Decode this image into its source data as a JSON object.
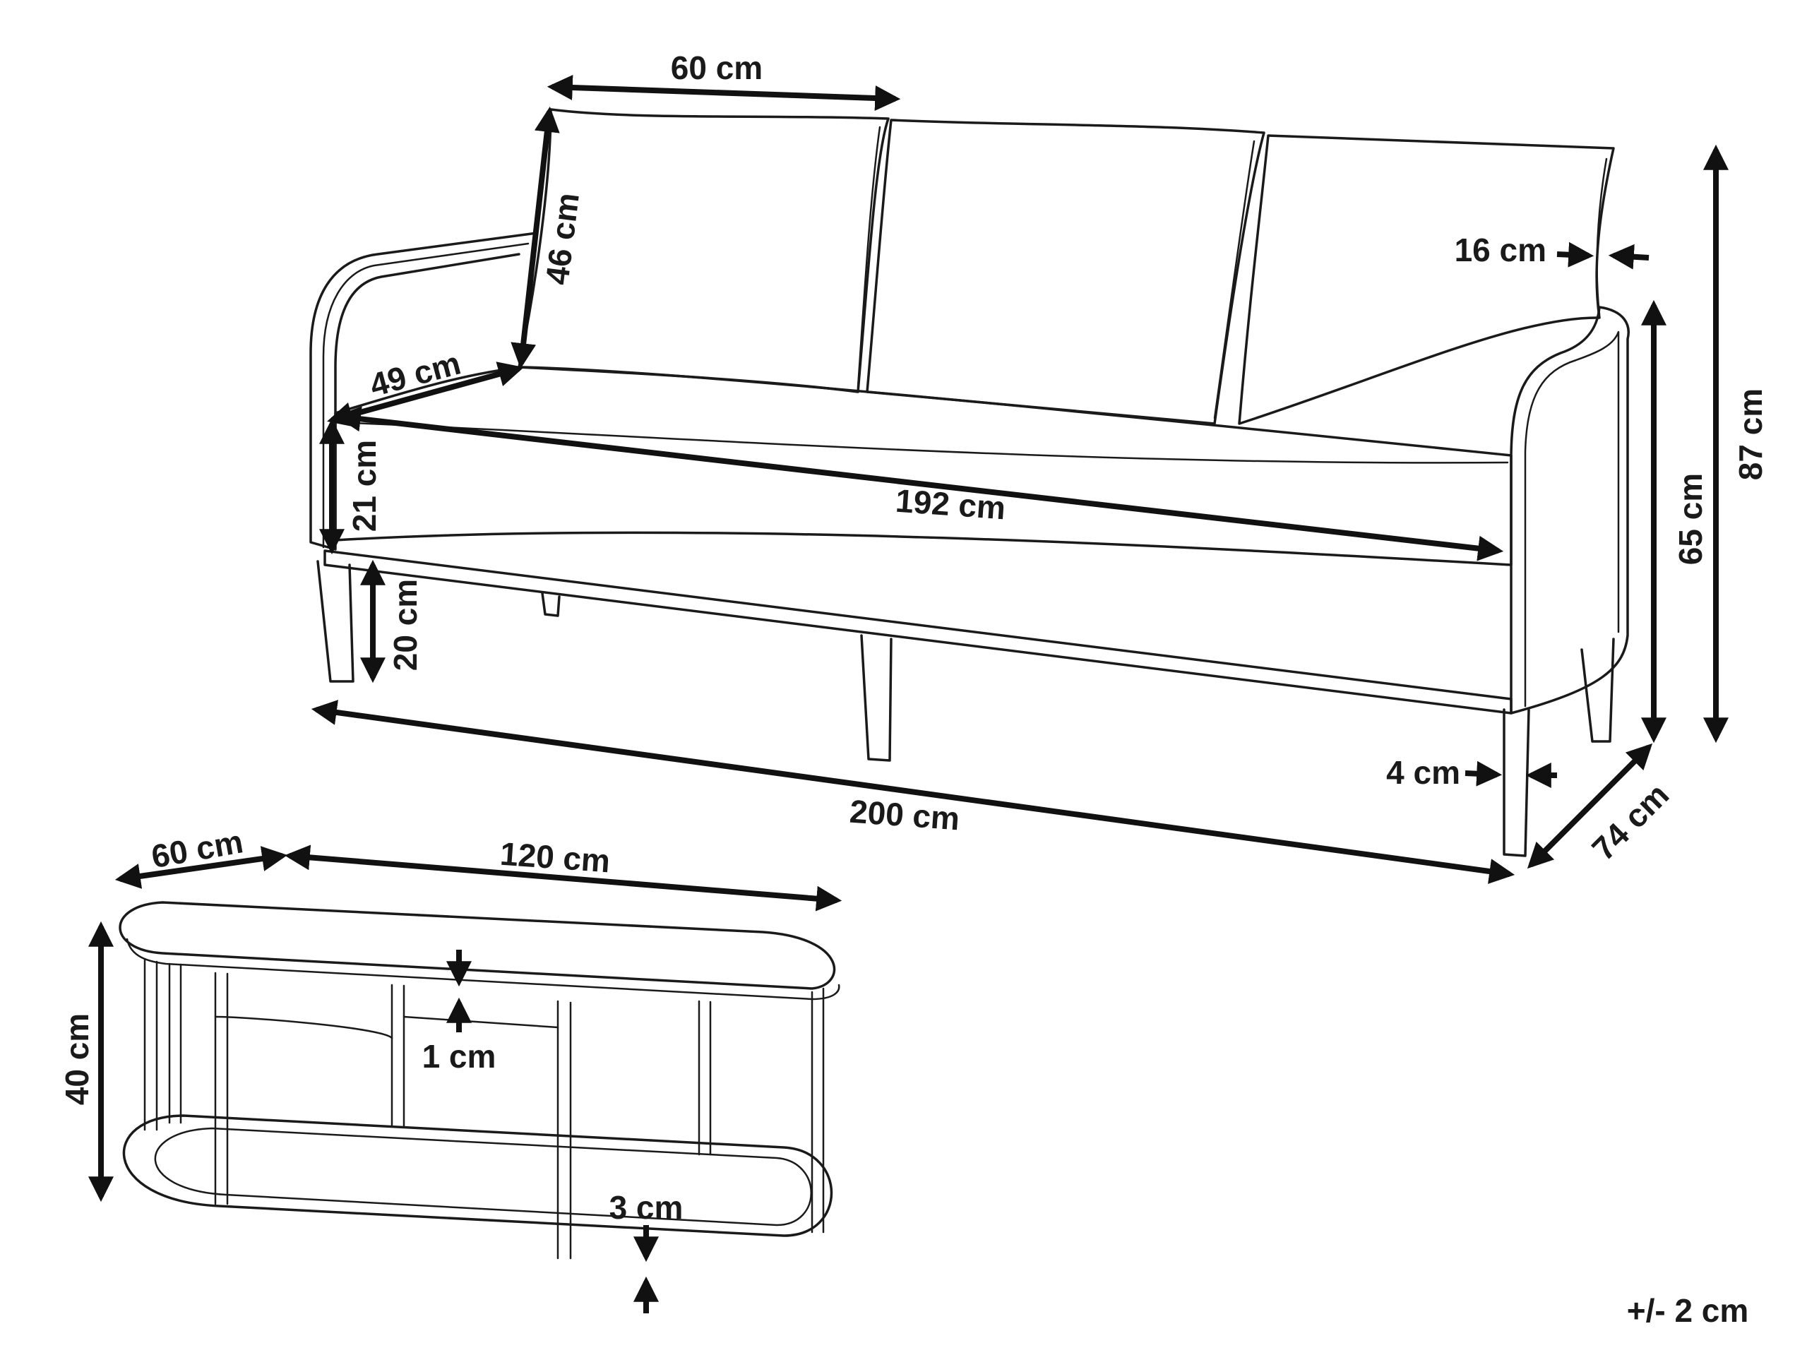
{
  "sofa": {
    "cushion_width": "60 cm",
    "backrest_height": "46 cm",
    "cushion_thickness": "16 cm",
    "seat_depth": "49 cm",
    "seat_thickness": "21 cm",
    "seat_width": "192 cm",
    "leg_height": "20 cm",
    "overall_width": "200 cm",
    "leg_width": "4 cm",
    "overall_depth": "74 cm",
    "armrest_height": "65 cm",
    "overall_height": "87 cm"
  },
  "table": {
    "depth": "60 cm",
    "width": "120 cm",
    "height": "40 cm",
    "top_thickness": "1 cm",
    "frame_thickness": "3 cm"
  },
  "tolerance": "+/- 2 cm"
}
